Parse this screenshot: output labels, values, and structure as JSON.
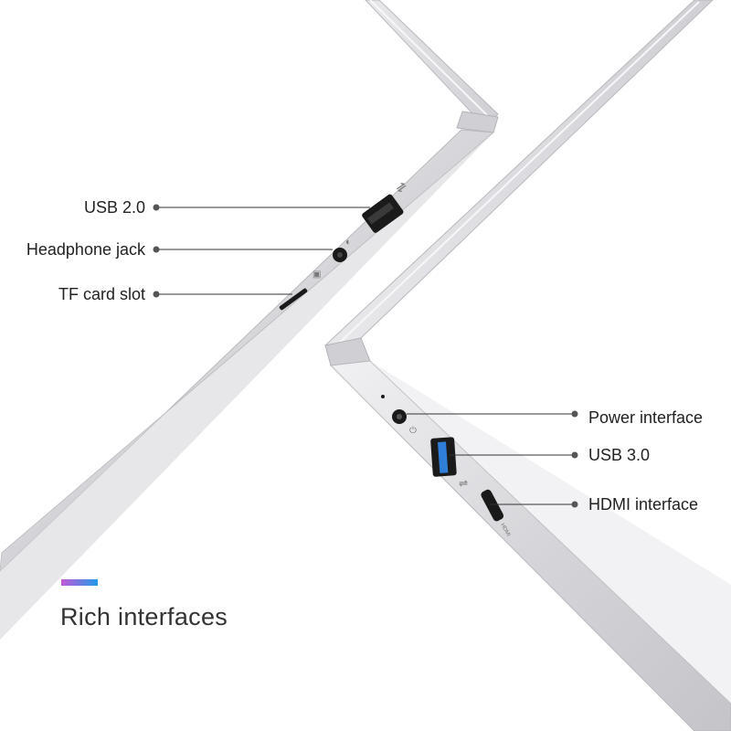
{
  "left_ports": [
    {
      "label": "USB 2.0"
    },
    {
      "label": "Headphone jack"
    },
    {
      "label": "TF card slot"
    }
  ],
  "right_ports": [
    {
      "label": "Power interface"
    },
    {
      "label": "USB 3.0"
    },
    {
      "label": "HDMI interface"
    }
  ],
  "tagline": "Rich interfaces",
  "colors": {
    "accent_start": "#c45ad8",
    "accent_end": "#1f9ae8",
    "usb3_blue": "#2f7fd8",
    "callout_line": "#333333",
    "laptop_silver": "#d9d9dc"
  },
  "port_markings": {
    "hdmi": "HDMI"
  }
}
